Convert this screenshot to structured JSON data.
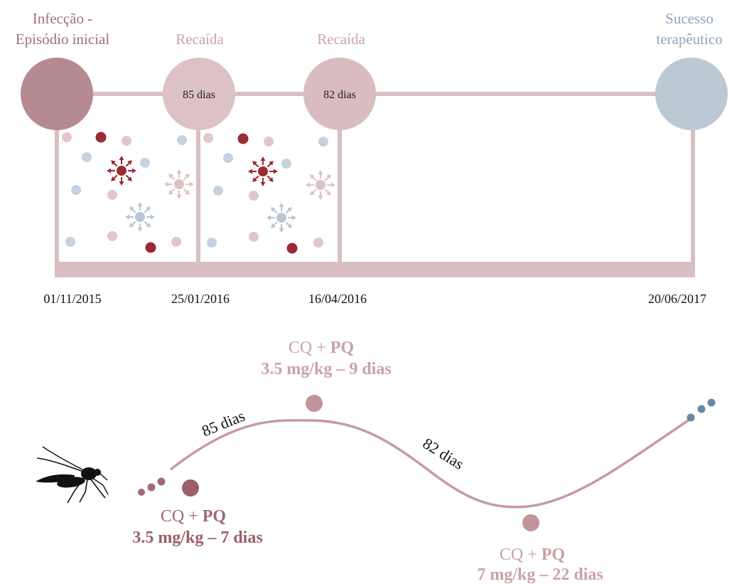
{
  "colors": {
    "dark_rose": "#a8797f",
    "med_rose": "#b98c92",
    "light_rose": "#d9bcbf",
    "pale_rose": "#e6cfd1",
    "dark_red": "#9a2a36",
    "blue_gray": "#b8c6d4",
    "steel_blue": "#6888a6",
    "bar": "#d8bfc2",
    "label_rose": "#c9a2a7",
    "label_dark": "#9c6a72",
    "label_blue": "#8fa4bc"
  },
  "timeline": {
    "events": [
      {
        "title_lines": [
          "Infecção -",
          "Episódio inicial"
        ],
        "circle_label": "",
        "date": "01/11/2015"
      },
      {
        "title_lines": [
          "Recaída"
        ],
        "circle_label": "85 dias",
        "date": "25/01/2016"
      },
      {
        "title_lines": [
          "Recaída"
        ],
        "circle_label": "82 dias",
        "date": "16/04/2016"
      },
      {
        "title_lines": [
          "Sucesso",
          "terapêutico"
        ],
        "circle_label": "",
        "date": "20/06/2017"
      }
    ]
  },
  "lower": {
    "segment_labels": [
      "85 dias",
      "82 dias"
    ],
    "treatments": [
      {
        "line1": "CQ + PQ",
        "line1_bold": "PQ",
        "line2": "3.5 mg/kg – 7 dias"
      },
      {
        "line1": "CQ + PQ",
        "line1_bold": "PQ",
        "line2": "3.5 mg/kg – 9 dias"
      },
      {
        "line1": "CQ + PQ",
        "line1_bold": "PQ",
        "line2": "7 mg/kg – 22 dias"
      }
    ],
    "mosquito_icon": "mosquito-icon"
  }
}
